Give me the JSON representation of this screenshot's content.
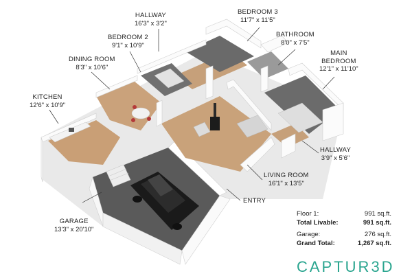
{
  "rooms": [
    {
      "id": "hallway-top",
      "name": "HALLWAY",
      "dims": "16'3\" x 3'2\""
    },
    {
      "id": "bedroom-3",
      "name": "BEDROOM 3",
      "dims": "11'7\" x 11'5\""
    },
    {
      "id": "bedroom-2",
      "name": "BEDROOM 2",
      "dims": "9'1\" x 10'9\""
    },
    {
      "id": "bathroom",
      "name": "BATHROOM",
      "dims": "8'0\" x 7'5\""
    },
    {
      "id": "dining-room",
      "name": "DINING ROOM",
      "dims": "8'3\" x 10'6\""
    },
    {
      "id": "main-bedroom",
      "name": "MAIN BEDROOM",
      "name_line1": "MAIN",
      "name_line2": "BEDROOM",
      "dims": "12'1\" x 11'10\""
    },
    {
      "id": "kitchen",
      "name": "KITCHEN",
      "dims": "12'6\" x 10'9\""
    },
    {
      "id": "hallway-right",
      "name": "HALLWAY",
      "dims": "3'9\" x 5'6\""
    },
    {
      "id": "living-room",
      "name": "LIVING ROOM",
      "dims": "16'1\" x 13'5\""
    },
    {
      "id": "entry",
      "name": "ENTRY",
      "dims": ""
    },
    {
      "id": "garage",
      "name": "GARAGE",
      "dims": "13'3\" x 20'10\""
    }
  ],
  "summary": {
    "floor1_label": "Floor 1:",
    "floor1_value": "991 sq.ft.",
    "total_livable_label": "Total Livable:",
    "total_livable_value": "991 sq.ft.",
    "garage_label": "Garage:",
    "garage_value": "276 sq.ft.",
    "grand_total_label": "Grand Total:",
    "grand_total_value": "1,267 sq.ft."
  },
  "brand": "CAPTUR3D",
  "colors": {
    "brand": "#2aa58f",
    "wood": "#c9a27a",
    "carpet": "#6e6e6e",
    "wall": "#f4f4f4",
    "garage_floor": "#5b5b5b"
  }
}
